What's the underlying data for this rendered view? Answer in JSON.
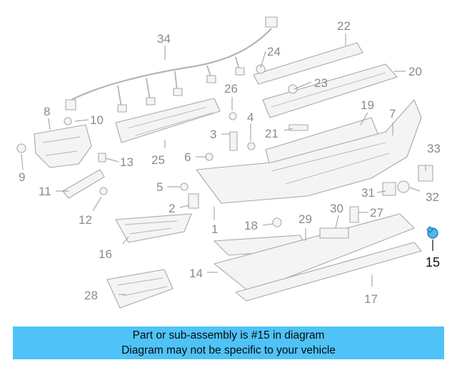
{
  "diagram": {
    "callouts": [
      "1",
      "2",
      "3",
      "4",
      "5",
      "6",
      "7",
      "8",
      "9",
      "10",
      "11",
      "12",
      "13",
      "14",
      "15",
      "16",
      "17",
      "18",
      "19",
      "20",
      "21",
      "22",
      "23",
      "24",
      "25",
      "26",
      "27",
      "28",
      "29",
      "30",
      "31",
      "32",
      "33",
      "34"
    ],
    "highlighted_part": "15",
    "highlight_color": "#4fc3f7"
  },
  "caption": {
    "line1": "Part or sub-assembly is #15 in diagram",
    "line2": "Diagram may not be specific to your vehicle",
    "background": "#4fc3f7"
  }
}
